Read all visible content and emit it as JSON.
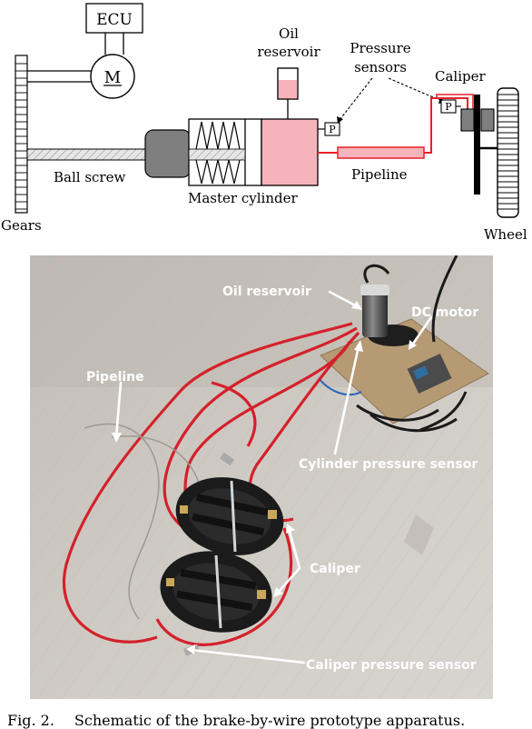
{
  "schematic": {
    "labels": {
      "ecu": "ECU",
      "motor": "M",
      "oil_reservoir_line1": "Oil",
      "oil_reservoir_line2": "reservoir",
      "pressure_sensors_line1": "Pressure",
      "pressure_sensors_line2": "sensors",
      "caliper": "Caliper",
      "ball_screw": "Ball screw",
      "master_cylinder": "Master cylinder",
      "pipeline": "Pipeline",
      "gears": "Gears",
      "wheel": "Wheel",
      "sensor_p": "P"
    },
    "colors": {
      "fluid_red": "#e8202a",
      "fluid_pink": "#f7b3bc",
      "motor_housing": "#808080"
    }
  },
  "photo": {
    "labels": {
      "oil_reservoir": "Oil reservoir",
      "dc_motor": "DC motor",
      "pipeline": "Pipeline",
      "cylinder_pressure_sensor": "Cylinder pressure sensor",
      "caliper": "Caliper",
      "caliper_pressure_sensor": "Caliper pressure sensor"
    }
  },
  "caption": {
    "label": "Fig. 2.",
    "text": "Schematic of the brake-by-wire prototype apparatus."
  }
}
